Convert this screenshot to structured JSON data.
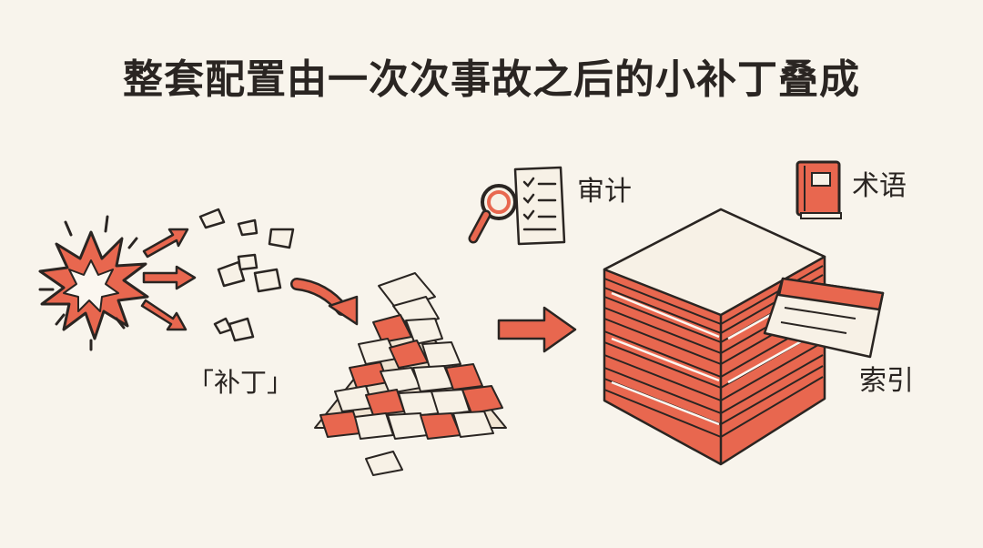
{
  "title": "整套配置由一次次事故之后的小补丁叠成",
  "labels": {
    "patch": "「补丁」",
    "audit": "审计",
    "glossary": "术语",
    "index": "索引"
  },
  "icons": [
    "explosion-icon",
    "scattered-papers-icon",
    "paper-pile-icon",
    "magnifier-checklist-icon",
    "book-icon",
    "document-stack-icon",
    "index-tab-icon"
  ],
  "colors": {
    "accent": "#e8674f",
    "ink": "#2a2522",
    "paper": "#f7f1e6",
    "background": "#f8f4ec"
  }
}
